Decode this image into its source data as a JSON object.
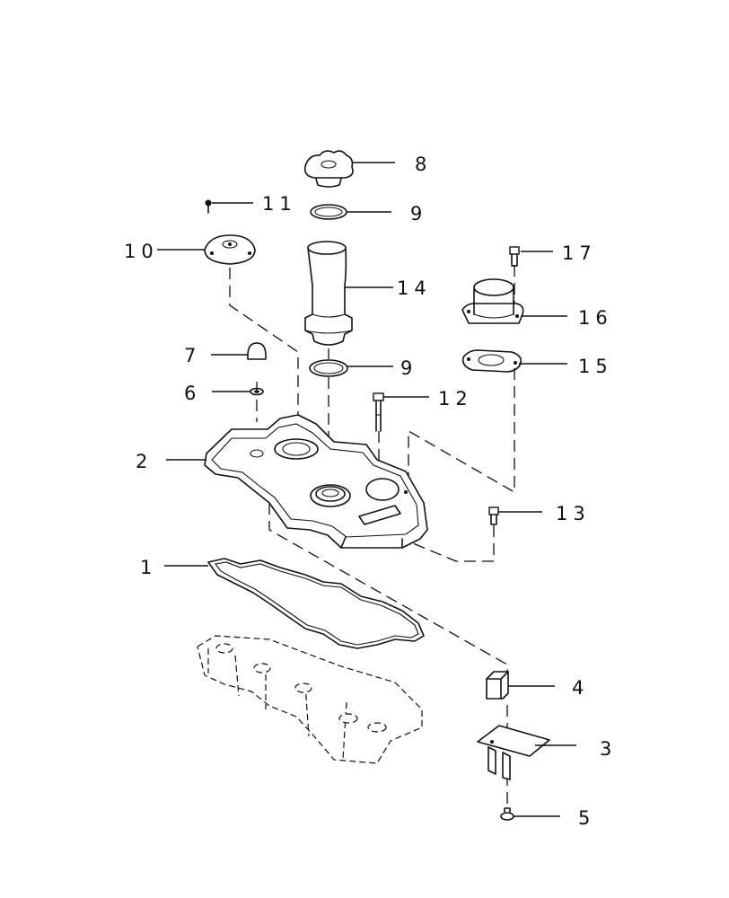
{
  "labels": {
    "p1": "1",
    "p2": "2",
    "p3": "3",
    "p4": "4",
    "p5": "5",
    "p6": "6",
    "p7": "7",
    "p8": "8",
    "p9a": "9",
    "p9b": "9",
    "p10": "10",
    "p11": "11",
    "p12": "12",
    "p13": "13",
    "p14": "14",
    "p15": "15",
    "p16": "16",
    "p17": "17"
  }
}
